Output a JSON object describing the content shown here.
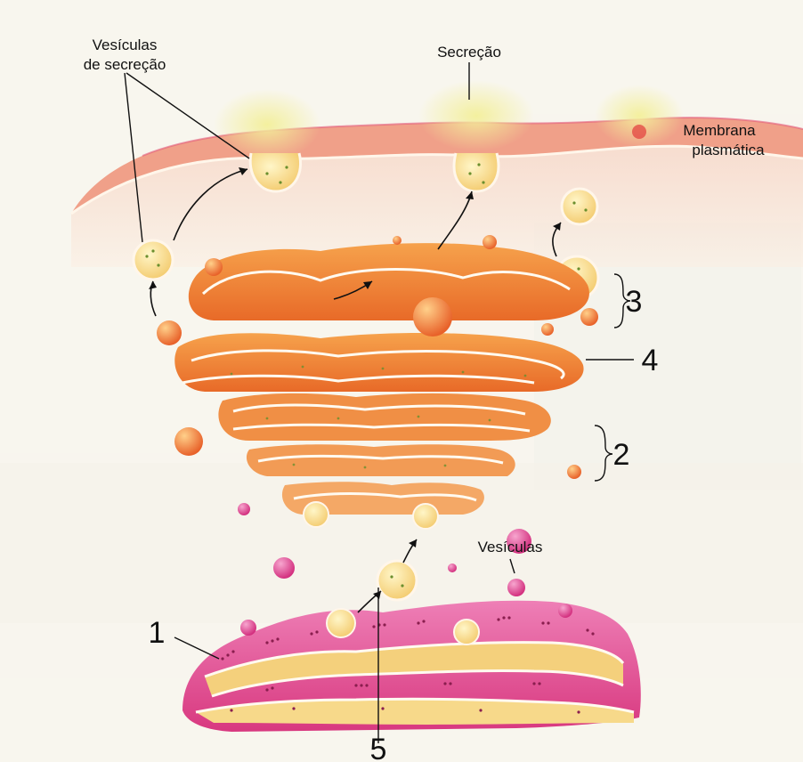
{
  "labels": {
    "secretory_vesicles": [
      "Vesículas",
      "de secreção"
    ],
    "secretion": "Secreção",
    "plasma_membrane": [
      "Membrana",
      "plasmática"
    ],
    "vesicles": "Vesículas",
    "num_1": "1",
    "num_2": "2",
    "num_3": "3",
    "num_4": "4",
    "num_5": "5"
  },
  "colors": {
    "cell_membrane": "#f0b3a0",
    "golgi": "#f08a3a",
    "golgi_light": "#fbd7a8",
    "er_pink": "#e04a96",
    "er_inner": "#f7d27a",
    "vesicle_fill": "#f7e3a0",
    "secretion_glow": "#e9e27a"
  }
}
